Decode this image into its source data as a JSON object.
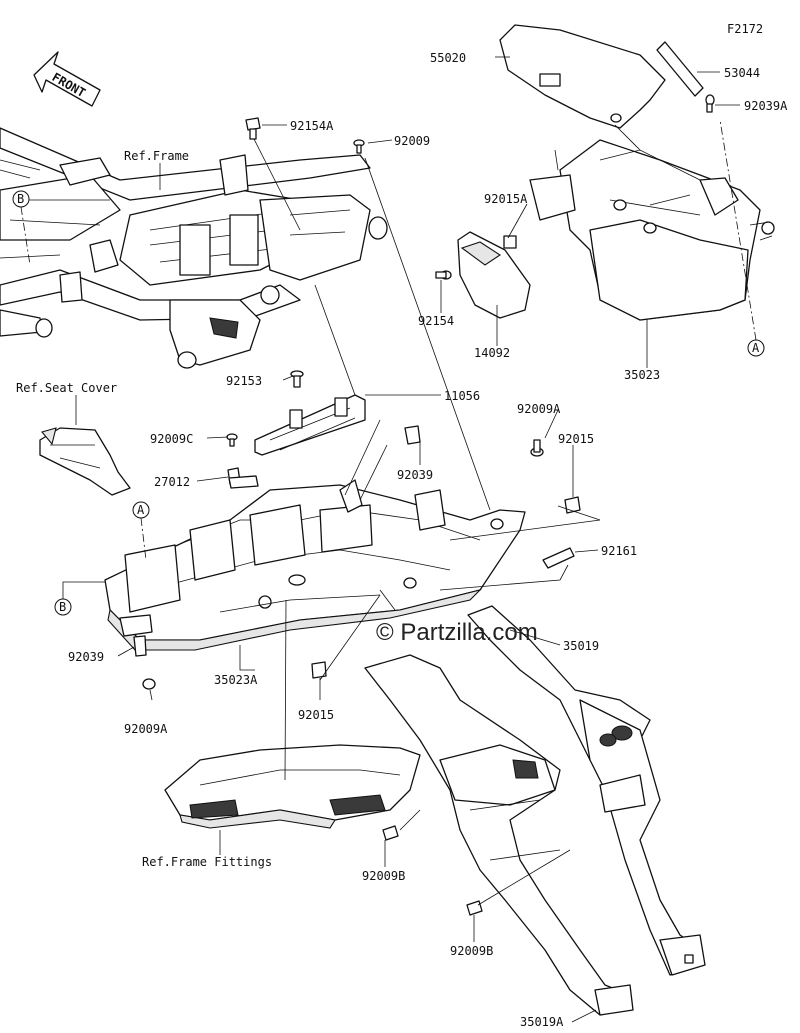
{
  "figure_code": "F2172",
  "front_badge": "FRONT",
  "watermark": "© Partzilla.com",
  "references": {
    "frame": "Ref.Frame",
    "seat_cover": "Ref.Seat Cover",
    "frame_fittings": "Ref.Frame Fittings"
  },
  "circle_markers": {
    "a": "A",
    "b": "B"
  },
  "parts": {
    "p55020": "55020",
    "p53044": "53044",
    "p92039A": "92039A",
    "p92154A": "92154A",
    "p92009_top": "92009",
    "p92015A": "92015A",
    "p92154": "92154",
    "p14092": "14092",
    "p35023": "35023",
    "p92153": "92153",
    "p11056": "11056",
    "p92009C": "92009C",
    "p27012": "27012",
    "p92039_mid": "92039",
    "p92009A_right": "92009A",
    "p92015_right": "92015",
    "p92161": "92161",
    "p35019": "35019",
    "p92039_left": "92039",
    "p35023A": "35023A",
    "p92009A_left": "92009A",
    "p92015_bottom": "92015",
    "p92009B_a": "92009B",
    "p92009B_b": "92009B",
    "p35019A": "35019A"
  }
}
